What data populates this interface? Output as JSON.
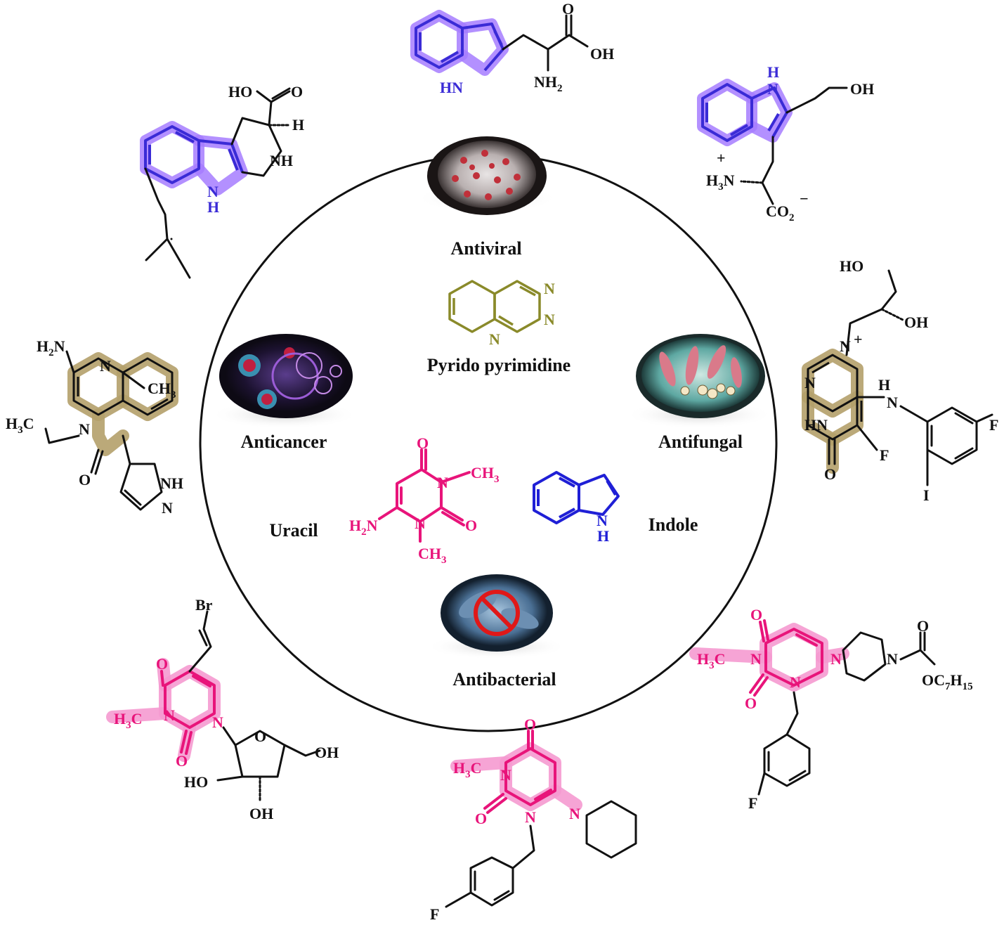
{
  "center_labels": {
    "antiviral": "Antiviral",
    "pyrido": "Pyrido pyrimidine",
    "anticancer": "Anticancer",
    "antifungal": "Antifungal",
    "uracil": "Uracil",
    "indole": "Indole",
    "antibacterial": "Antibacterial"
  },
  "atoms": {
    "N": "N",
    "NH": "NH",
    "HN": "HN",
    "H": "H",
    "O": "O",
    "OH": "OH",
    "HO": "HO",
    "NH2": "NH",
    "H2N": "H",
    "CH3": "CH",
    "H3C": "H",
    "F": "F",
    "I": "I",
    "Br": "Br",
    "plus": "+",
    "minus": "−",
    "sub2": "2",
    "sub3": "3",
    "CO2": "CO",
    "OC7H15": "OC",
    "sub7": "7",
    "sub15": "15"
  },
  "colors": {
    "indole_blue": "#1f1fd6",
    "purple_highlight": "#a67cff",
    "olive_highlight": "#b4a06a",
    "pyrido_olive": "#8a8a2a",
    "uracil_pink": "#e8147a",
    "pink_highlight": "#f59ad0"
  }
}
